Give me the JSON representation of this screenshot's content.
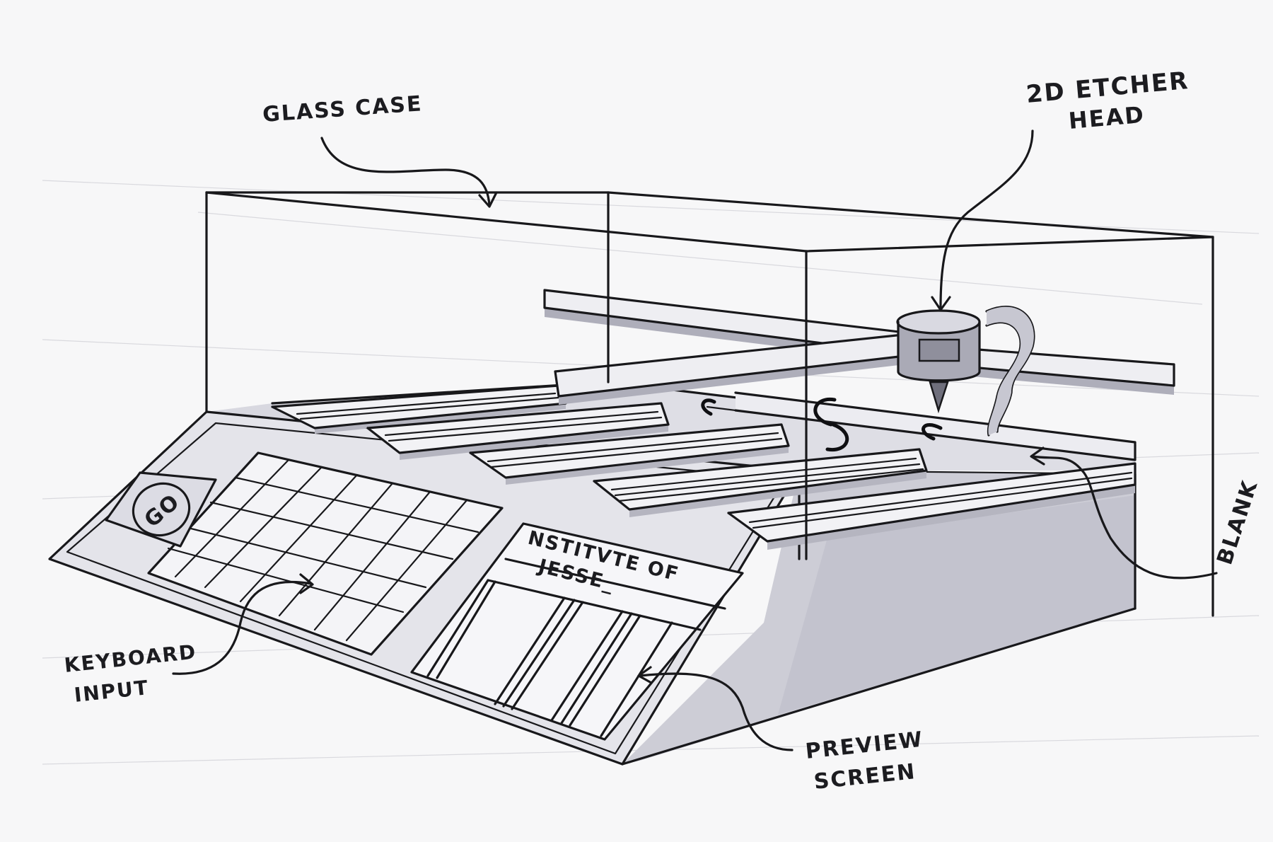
{
  "labels": {
    "glass_case": "GLASS CASE",
    "etcher_head_line1": "2D ETCHER",
    "etcher_head_line2": "HEAD",
    "blank": "BLANK",
    "keyboard_input_line1": "KEYBOARD",
    "keyboard_input_line2": "INPUT",
    "preview_screen_line1": "PREVIEW",
    "preview_screen_line2": "SCREEN"
  },
  "screen_text": {
    "line1": "NSTITVTE OF",
    "line2": "JESSE_"
  },
  "go_button": "GO",
  "colors": {
    "ink": "#18181b",
    "marker_shade": "#c9c9d3",
    "marker_light": "#e6e6ec",
    "paper": "#f7f7f8"
  }
}
